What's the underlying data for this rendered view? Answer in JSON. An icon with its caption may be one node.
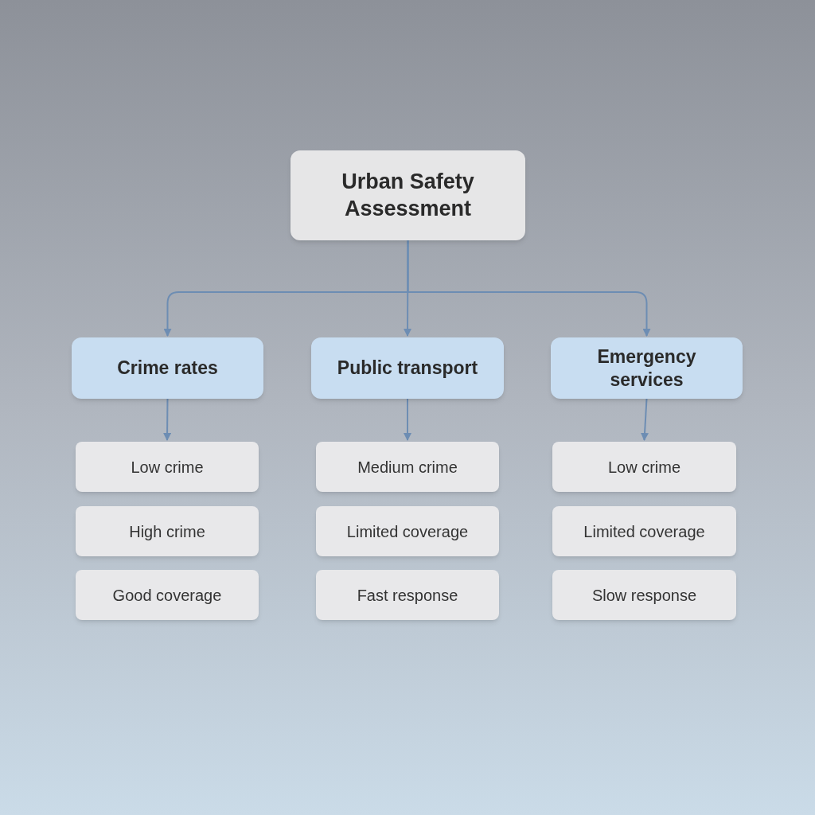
{
  "diagram": {
    "nodes": [
      {
        "text": [
          "Urban Safety Assessment"
        ]
      },
      {
        "text": [
          "Crime rates"
        ]
      },
      {
        "text": [
          "Public transport"
        ]
      },
      {
        "text": [
          "Emergency services"
        ]
      },
      {
        "text": [
          "Low crime"
        ]
      },
      {
        "text": [
          "High crime"
        ]
      },
      {
        "text": [
          "Good coverage"
        ]
      },
      {
        "text": [
          "Medium crime"
        ]
      },
      {
        "text": [
          "Limited coverage"
        ]
      },
      {
        "text": [
          "Fast response"
        ]
      },
      {
        "text": [
          "Low crime"
        ]
      },
      {
        "text": [
          "Limited coverage"
        ]
      },
      {
        "text": [
          "Slow response"
        ]
      }
    ],
    "edges": [
      {
        "from": 0,
        "to": 1,
        "arrow": "to"
      },
      {
        "from": 0,
        "to": 2,
        "arrow": "to"
      },
      {
        "from": 0,
        "to": 3,
        "arrow": "to"
      },
      {
        "from": 1,
        "to": 4,
        "arrow": "to"
      },
      {
        "from": 2,
        "to": 7,
        "arrow": "to"
      },
      {
        "from": 3,
        "to": 10,
        "arrow": "to"
      }
    ]
  }
}
